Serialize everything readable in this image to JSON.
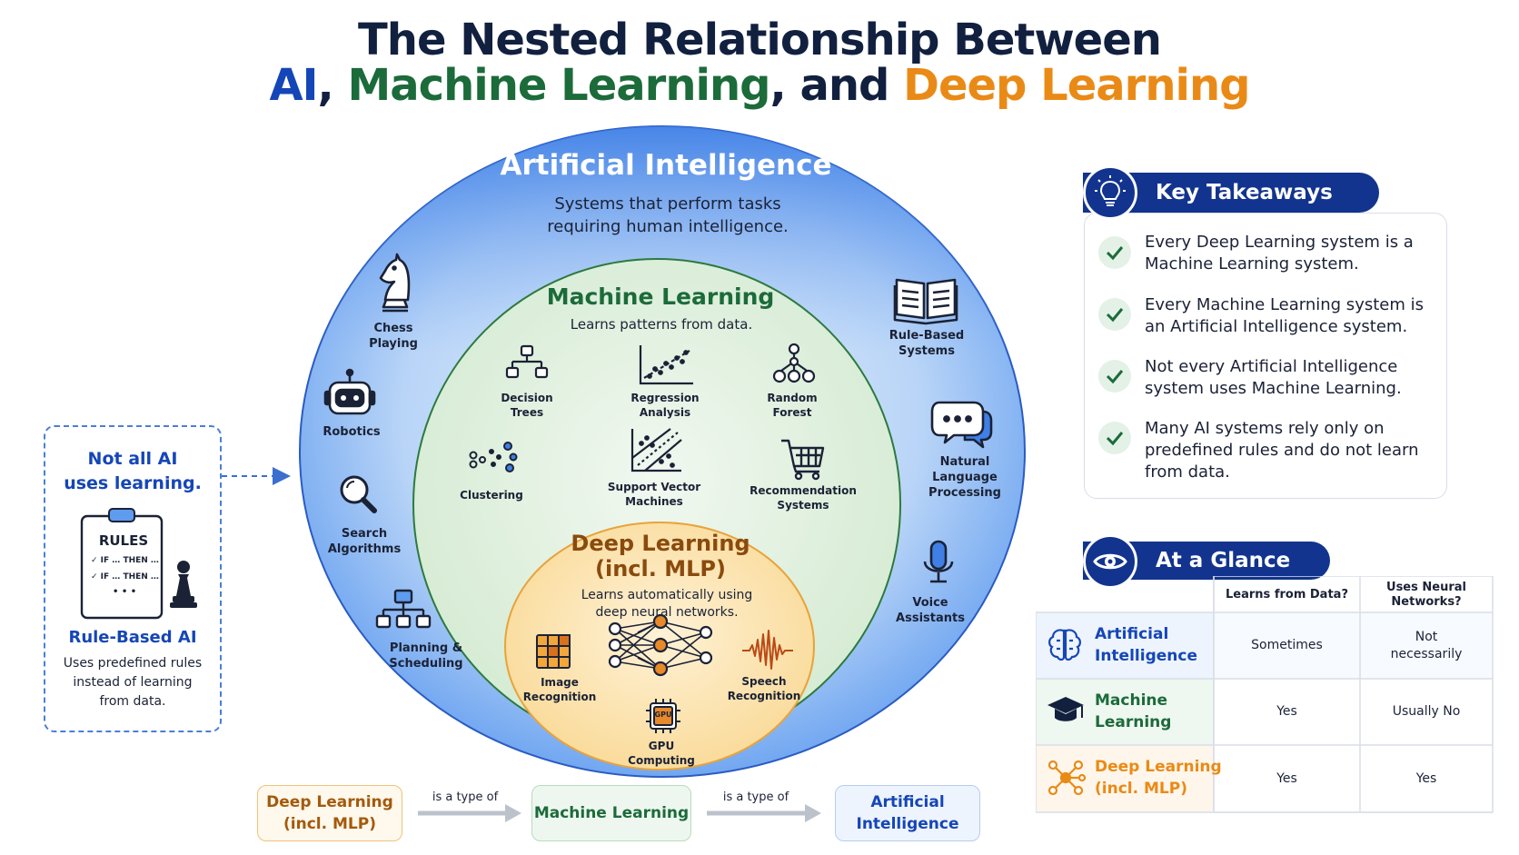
{
  "title": {
    "line1": "The Nested Relationship Between",
    "ai": "AI",
    "comma": ",",
    "ml": "Machine Learning",
    "and": ", and",
    "dl": "Deep Learning"
  },
  "ai_ring": {
    "title": "Artificial Intelligence",
    "desc_line1": "Systems that perform tasks",
    "desc_line2": "requiring human intelligence.",
    "items": [
      {
        "l1": "Chess",
        "l2": "Playing",
        "icon": "chess-knight-icon"
      },
      {
        "l1": "Robotics",
        "l2": "",
        "icon": "robot-icon"
      },
      {
        "l1": "Search",
        "l2": "Algorithms",
        "icon": "magnifier-icon"
      },
      {
        "l1": "Planning &",
        "l2": "Scheduling",
        "icon": "hierarchy-icon"
      },
      {
        "l1": "Rule-Based",
        "l2": "Systems",
        "icon": "book-icon"
      },
      {
        "l1": "Natural",
        "l2": "Language",
        "l3": "Processing",
        "icon": "chat-bubbles-icon"
      },
      {
        "l1": "Voice",
        "l2": "Assistants",
        "icon": "microphone-icon"
      }
    ]
  },
  "ml_ring": {
    "title": "Machine Learning",
    "desc": "Learns patterns from data.",
    "items": [
      {
        "l1": "Decision",
        "l2": "Trees",
        "icon": "tree-diagram-icon"
      },
      {
        "l1": "Regression",
        "l2": "Analysis",
        "icon": "regression-plot-icon"
      },
      {
        "l1": "Random",
        "l2": "Forest",
        "icon": "forest-nodes-icon"
      },
      {
        "l1": "Clustering",
        "l2": "",
        "icon": "cluster-dots-icon"
      },
      {
        "l1": "Support Vector",
        "l2": "Machines",
        "icon": "svm-plot-icon"
      },
      {
        "l1": "Recommendation",
        "l2": "Systems",
        "icon": "shopping-cart-icon"
      }
    ]
  },
  "dl_ring": {
    "title_line1": "Deep Learning",
    "title_line2": "(incl. MLP)",
    "desc_line1": "Learns automatically using",
    "desc_line2": "deep neural networks.",
    "items": [
      {
        "l1": "Image",
        "l2": "Recognition",
        "icon": "image-grid-icon"
      },
      {
        "l1": "Speech",
        "l2": "Recognition",
        "icon": "waveform-icon"
      },
      {
        "l1": "GPU",
        "l2": "Computing",
        "icon": "gpu-chip-icon"
      }
    ],
    "chip_label": "GPU"
  },
  "left_box": {
    "head_line1": "Not all AI",
    "head_line2": "uses learning.",
    "clipboard_title": "RULES",
    "rule1": "✓ IF … THEN …",
    "rule2": "✓ IF … THEN …",
    "rule3": "• • •",
    "name": "Rule-Based AI",
    "desc_line1": "Uses predefined rules",
    "desc_line2": "instead of learning",
    "desc_line3": "from data."
  },
  "key_takeaways": {
    "title": "Key Takeaways",
    "items": [
      {
        "l1": "Every Deep Learning system is a",
        "l2": "Machine Learning system."
      },
      {
        "l1": "Every Machine Learning system is",
        "l2a": "an ",
        "l2b": "Artificial Intelligence",
        "l2c": " system."
      },
      {
        "l1": "Not every Artificial Intelligence",
        "l2": "system uses Machine Learning."
      },
      {
        "l1": "Many AI systems rely only on",
        "l2": "predefined rules and do not learn",
        "l3": "from data."
      }
    ]
  },
  "at_a_glance": {
    "title": "At a Glance",
    "col1": "Learns from Data?",
    "col2_l1": "Uses Neural",
    "col2_l2": "Networks?",
    "rows": [
      {
        "n1": "Artificial",
        "n2": "Intelligence",
        "c1": "Sometimes",
        "c2_l1": "Not",
        "c2_l2": "necessarily",
        "color": "#1546b8",
        "bg": "#eef4fd"
      },
      {
        "n1": "Machine",
        "n2": "Learning",
        "c1": "Yes",
        "c2_l1": "Usually No",
        "c2_l2": "",
        "color": "#1c6b3a",
        "bg": "#eef7f0"
      },
      {
        "n1": "Deep Learning",
        "n2": "(incl. MLP)",
        "c1": "Yes",
        "c2_l1": "Yes",
        "c2_l2": "",
        "color": "#ea8a16",
        "bg": "#fef6eb"
      }
    ]
  },
  "flow": {
    "dl_l1": "Deep Learning",
    "dl_l2": "(incl. MLP)",
    "conn1": "is a type of",
    "ml": "Machine Learning",
    "conn2": "is a type of",
    "ai_l1": "Artificial",
    "ai_l2": "Intelligence"
  },
  "colors": {
    "ai": "#1546b8",
    "ml": "#1c6b3a",
    "dl": "#ea8a16",
    "navy": "#12348e"
  }
}
